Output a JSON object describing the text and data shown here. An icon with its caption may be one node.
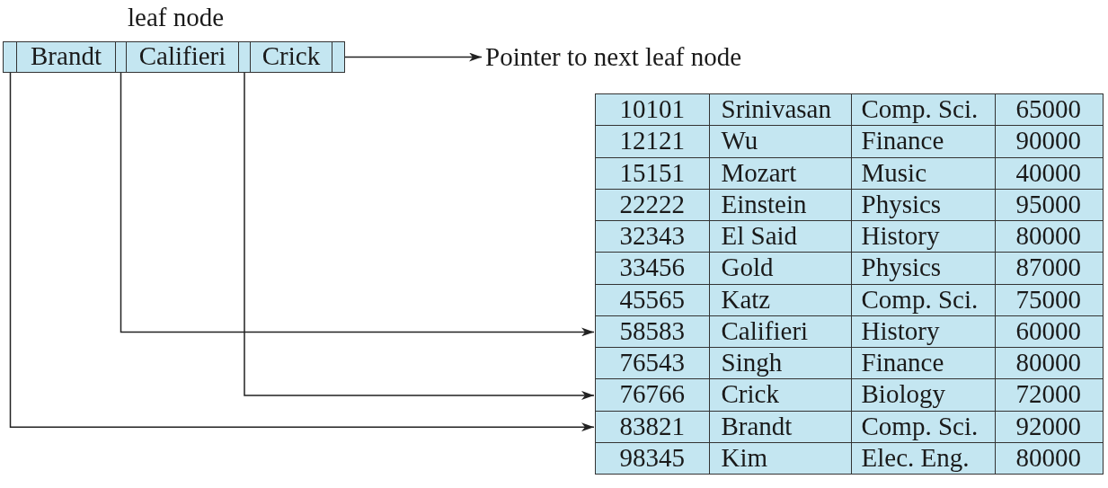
{
  "diagram": {
    "nodes": [
      {
        "text": [
          "leaf node"
        ]
      },
      {
        "text": [],
        "shape": "box",
        "in": 0
      },
      {
        "text": [
          "Brandt"
        ],
        "in": 0
      },
      {
        "text": [],
        "shape": "box",
        "in": 0
      },
      {
        "text": [
          "Califieri"
        ],
        "in": 0
      },
      {
        "text": [],
        "shape": "box",
        "in": 0
      },
      {
        "text": [
          "Crick"
        ],
        "in": 0
      },
      {
        "text": [],
        "shape": "box",
        "in": 0
      },
      {
        "text": [
          "Pointer to next leaf node"
        ]
      },
      {
        "text": [
          "10101",
          "Srinivasan",
          "Comp. Sci.",
          "65000"
        ]
      },
      {
        "text": [
          "12121",
          "Wu",
          "Finance",
          "90000"
        ]
      },
      {
        "text": [
          "15151",
          "Mozart",
          "Music",
          "40000"
        ]
      },
      {
        "text": [
          "22222",
          "Einstein",
          "Physics",
          "95000"
        ]
      },
      {
        "text": [
          "32343",
          "El Said",
          "History",
          "80000"
        ]
      },
      {
        "text": [
          "33456",
          "Gold",
          "Physics",
          "87000"
        ]
      },
      {
        "text": [
          "45565",
          "Katz",
          "Comp. Sci.",
          "75000"
        ]
      },
      {
        "text": [
          "58583",
          "Califieri",
          "History",
          "60000"
        ]
      },
      {
        "text": [
          "76543",
          "Singh",
          "Finance",
          "80000"
        ]
      },
      {
        "text": [
          "76766",
          "Crick",
          "Biology",
          "72000"
        ]
      },
      {
        "text": [
          "83821",
          "Brandt",
          "Comp. Sci.",
          "92000"
        ]
      },
      {
        "text": [
          "98345",
          "Kim",
          "Elec. Eng.",
          "80000"
        ]
      }
    ],
    "edges": [
      {
        "from": 1,
        "to": 19,
        "arrow": "to"
      },
      {
        "from": 3,
        "to": 16,
        "arrow": "to"
      },
      {
        "from": 5,
        "to": 18,
        "arrow": "to"
      },
      {
        "from": 7,
        "to": 8,
        "arrow": "to"
      }
    ]
  }
}
